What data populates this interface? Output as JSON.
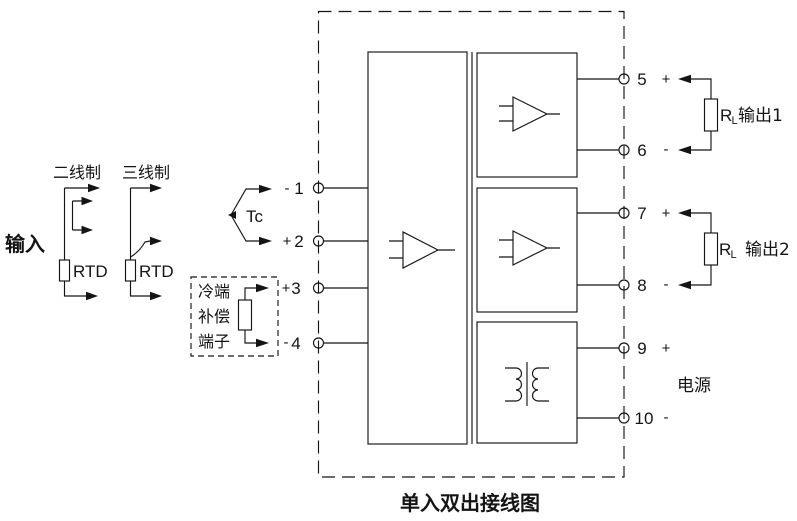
{
  "diagram": {
    "title": "单入双出接线图",
    "input": {
      "section_label": "输入",
      "two_wire_label": "二线制",
      "three_wire_label": "三线制",
      "rtd_label": "RTD",
      "tc_label": "Tc",
      "cold_junction": {
        "line1": "冷端",
        "line2": "补偿",
        "line3": "端子"
      }
    },
    "terminals": {
      "t1": {
        "sign": "-",
        "num": "1"
      },
      "t2": {
        "sign": "+",
        "num": "2"
      },
      "t3": {
        "sign": "+",
        "num": "3"
      },
      "t4": {
        "sign": "-",
        "num": "4"
      },
      "t5": {
        "num": "5",
        "sign": "+"
      },
      "t6": {
        "num": "6",
        "sign": "-"
      },
      "t7": {
        "num": "7",
        "sign": "+"
      },
      "t8": {
        "num": "8",
        "sign": "-"
      },
      "t9": {
        "num": "9",
        "sign": "+"
      },
      "t10": {
        "num": "10",
        "sign": "-"
      }
    },
    "outputs": {
      "load1": {
        "r": "R",
        "sub": "L",
        "label": "输出1"
      },
      "load2": {
        "r": "R",
        "sub": "L",
        "label": "输出2"
      }
    },
    "power_label": "电源",
    "colors": {
      "line": "#141414",
      "background": "#ffffff"
    }
  }
}
